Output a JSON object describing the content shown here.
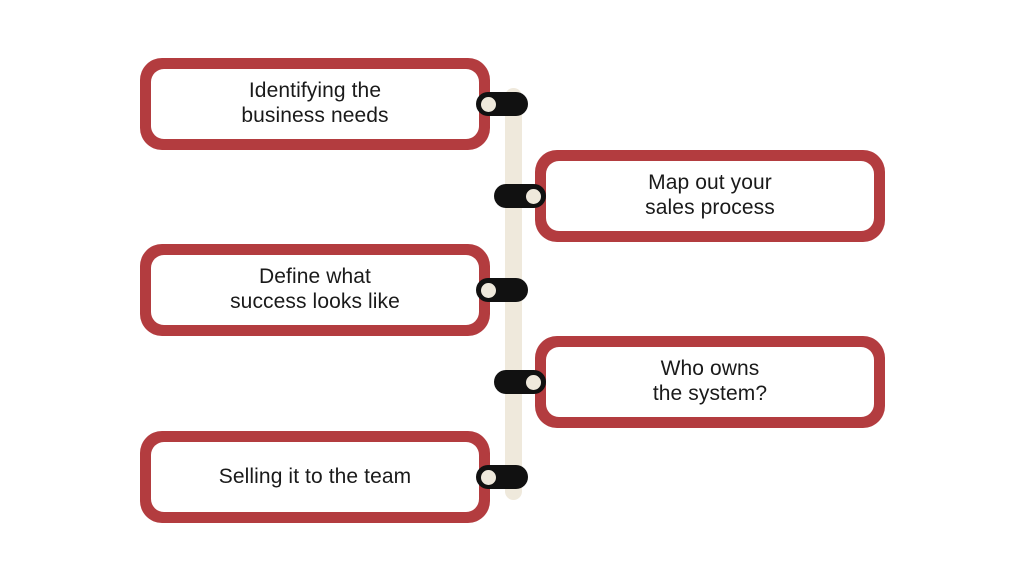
{
  "diagram": {
    "type": "alternating-timeline",
    "orientation": "vertical",
    "colors": {
      "accent_red": "#B33C3F",
      "spine_cream": "#EFE9DC",
      "connector_black": "#111111",
      "text": "#1A1A1A",
      "box_fill": "#FFFFFF",
      "background": "#FFFFFF"
    },
    "steps": [
      {
        "label": "Identifying the\nbusiness needs",
        "side": "left"
      },
      {
        "label": "Map out your\nsales process",
        "side": "right"
      },
      {
        "label": "Define what\nsuccess looks like",
        "side": "left"
      },
      {
        "label": "Who owns\nthe system?",
        "side": "right"
      },
      {
        "label": "Selling it to the team",
        "side": "left"
      }
    ]
  }
}
